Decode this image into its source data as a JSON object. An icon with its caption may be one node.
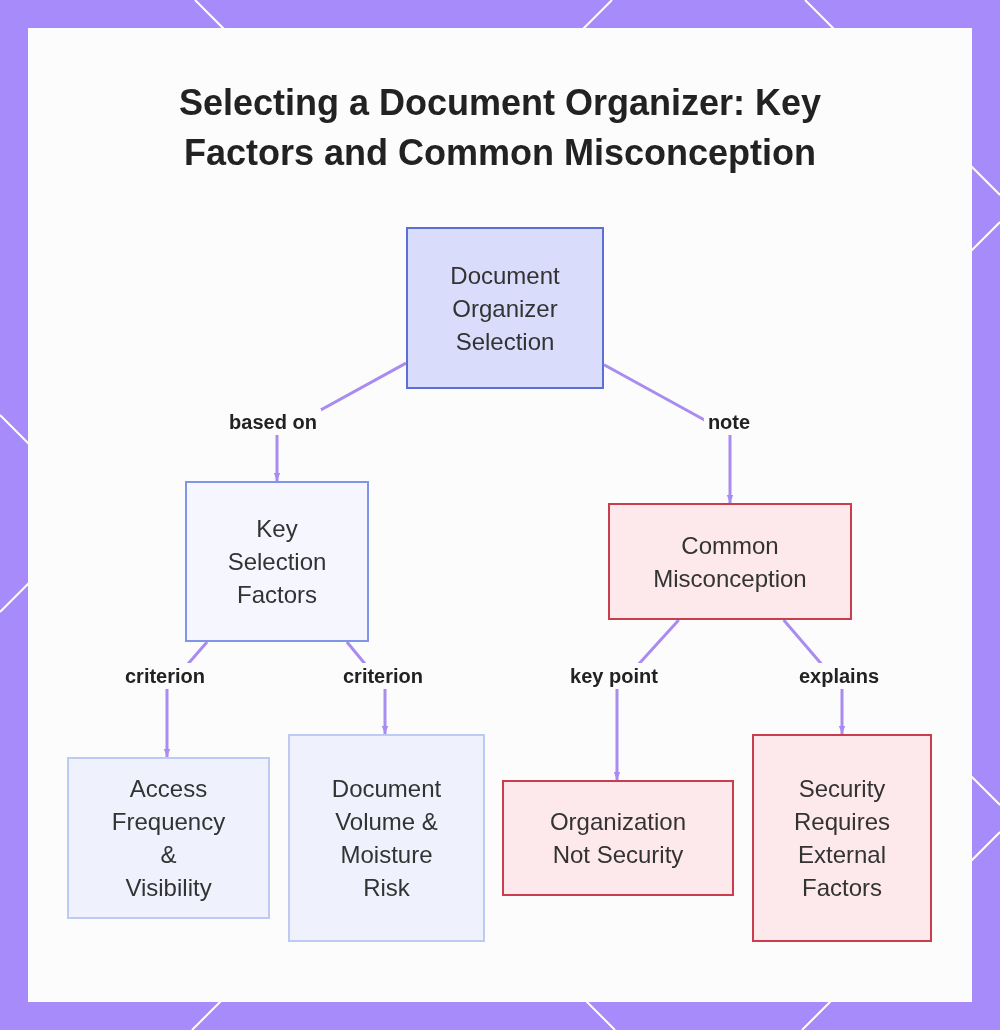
{
  "diagram": {
    "title": "Selecting a Document Organizer: Key Factors and Common Misconception",
    "nodes": [
      {
        "text": [
          "Document Organizer Selection"
        ]
      },
      {
        "text": [
          "Key Selection Factors"
        ]
      },
      {
        "text": [
          "Common Misconception"
        ]
      },
      {
        "text": [
          "Access Frequency & Visibility"
        ]
      },
      {
        "text": [
          "Document Volume & Moisture Risk"
        ]
      },
      {
        "text": [
          "Organization Not Security"
        ]
      },
      {
        "text": [
          "Security Requires External Factors"
        ]
      }
    ],
    "edges": [
      {
        "from": 0,
        "to": 1,
        "arrow": "to",
        "label": "based on"
      },
      {
        "from": 0,
        "to": 2,
        "arrow": "to",
        "label": "note"
      },
      {
        "from": 1,
        "to": 3,
        "arrow": "to",
        "label": "criterion"
      },
      {
        "from": 1,
        "to": 4,
        "arrow": "to",
        "label": "criterion"
      },
      {
        "from": 2,
        "to": 5,
        "arrow": "to",
        "label": "key point"
      },
      {
        "from": 2,
        "to": 6,
        "arrow": "to",
        "label": "explains"
      }
    ]
  }
}
